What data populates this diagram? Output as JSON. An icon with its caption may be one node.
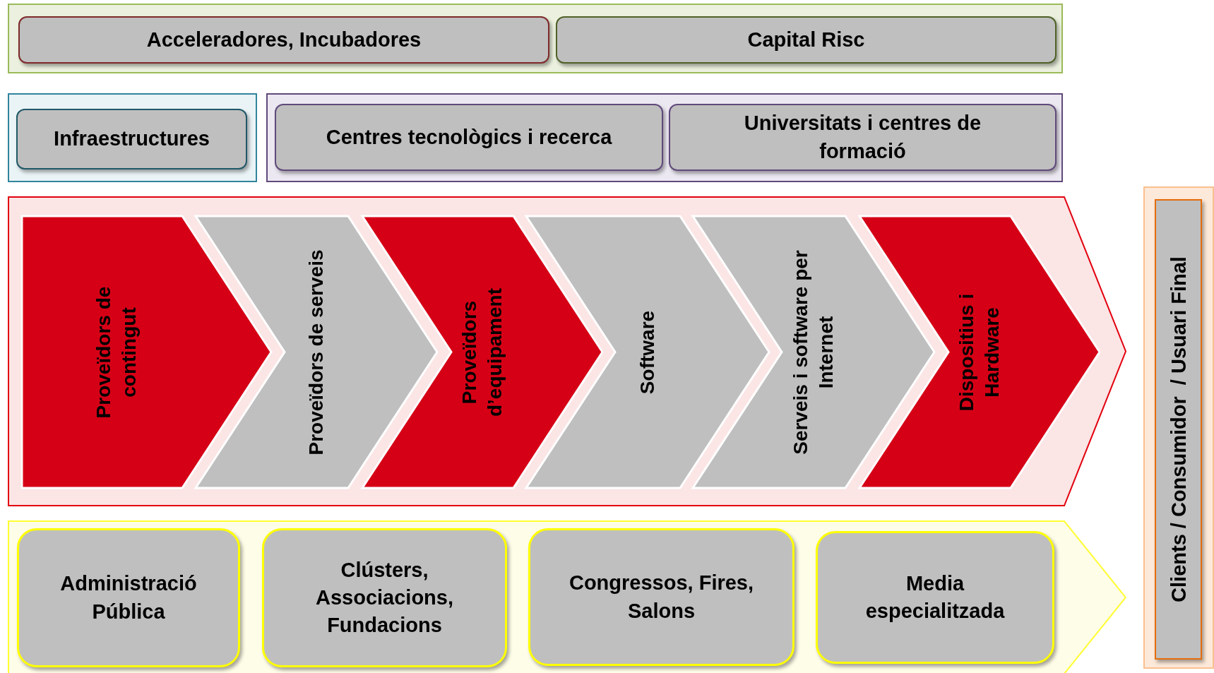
{
  "diagram": {
    "nodes": [
      {
        "text": [],
        "shape": "box"
      },
      {
        "text": [
          "Acceleradores, Incubadores"
        ],
        "in": 0
      },
      {
        "text": [
          "Capital Risc"
        ],
        "in": 0
      },
      {
        "text": [],
        "shape": "box"
      },
      {
        "text": [
          "Infraestructures"
        ],
        "in": 3
      },
      {
        "text": [],
        "shape": "box"
      },
      {
        "text": [
          "Centres tecnològics i recerca"
        ],
        "in": 5
      },
      {
        "text": [
          "Universitats i centres de formació"
        ],
        "in": 5
      },
      {
        "text": [],
        "shape": "arrow"
      },
      {
        "text": [
          "Proveïdors de contingut"
        ],
        "in": 8
      },
      {
        "text": [
          "Proveïdors de serveis"
        ],
        "in": 8
      },
      {
        "text": [
          "Proveïdors d’equipament"
        ],
        "in": 8
      },
      {
        "text": [
          "Software"
        ],
        "in": 8
      },
      {
        "text": [
          "Serveis i software per Internet"
        ],
        "in": 8
      },
      {
        "text": [
          "Dispositius i Hardware"
        ],
        "in": 8
      },
      {
        "text": [],
        "shape": "arrow"
      },
      {
        "text": [
          "Administració Pública"
        ],
        "in": 15
      },
      {
        "text": [
          "Clústers, Associacions, Fundacions"
        ],
        "in": 15
      },
      {
        "text": [
          "Congressos, Fires, Salons"
        ],
        "in": 15
      },
      {
        "text": [
          "Media especialitzada"
        ],
        "in": 15
      },
      {
        "text": [],
        "shape": "box"
      },
      {
        "text": [
          "Clients / Consumidor  / Usuari Final"
        ],
        "in": 20
      }
    ]
  }
}
